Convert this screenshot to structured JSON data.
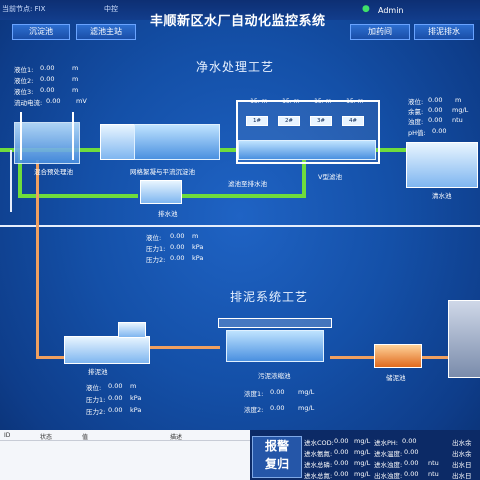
{
  "header": {
    "node_label": "当前节点: FIX",
    "mode": "中控",
    "title": "丰顺新区水厂自动化监控系统",
    "user": "Admin"
  },
  "nav": {
    "left": [
      "沉淀池",
      "滤池主站"
    ],
    "right": [
      "加药间",
      "排泥排水"
    ]
  },
  "sections": {
    "clean": "净水处理工艺",
    "sludge": "排泥系统工艺"
  },
  "left_readings": {
    "rows": [
      {
        "label": "液位1:",
        "value": "0.00",
        "unit": "m"
      },
      {
        "label": "液位2:",
        "value": "0.00",
        "unit": "m"
      },
      {
        "label": "液位3:",
        "value": "0.00",
        "unit": "m"
      },
      {
        "label": "流动电流:",
        "value": "0.00",
        "unit": "mV"
      }
    ]
  },
  "right_readings": {
    "rows": [
      {
        "label": "液位:",
        "value": "0.00",
        "unit": "m"
      },
      {
        "label": "余氯:",
        "value": "0.00",
        "unit": "mg/L"
      },
      {
        "label": "浊度:",
        "value": "0.00",
        "unit": "ntu"
      },
      {
        "label": "pH值:",
        "value": "0.00",
        "unit": ""
      }
    ]
  },
  "filter": {
    "levels": [
      "-15. m",
      "-15. m",
      "-15. m",
      "-15. m"
    ],
    "cells": [
      "1#",
      "2#",
      "3#",
      "4#"
    ]
  },
  "labels": {
    "pre": "混合预处理池",
    "grid": "网格絮凝与平流沉淀池",
    "filter_out": "滤池至排水池",
    "vfilter": "V型滤池",
    "drain": "排水池",
    "clear": "清水池",
    "sludge_drain": "排泥池",
    "thicken": "污泥浓缩池",
    "store": "储泥池"
  },
  "drain_readings": {
    "rows": [
      {
        "label": "液位:",
        "value": "0.00",
        "unit": "m"
      },
      {
        "label": "压力1:",
        "value": "0.00",
        "unit": "kPa"
      },
      {
        "label": "压力2:",
        "value": "0.00",
        "unit": "kPa"
      }
    ]
  },
  "sludge_readings": {
    "rows": [
      {
        "label": "液位:",
        "value": "0.00",
        "unit": "m"
      },
      {
        "label": "压力1:",
        "value": "0.00",
        "unit": "kPa"
      },
      {
        "label": "压力2:",
        "value": "0.00",
        "unit": "kPa"
      }
    ]
  },
  "thicken_readings": {
    "rows": [
      {
        "label": "浓度1:",
        "value": "0.00",
        "unit": "mg/L"
      },
      {
        "label": "浓度2:",
        "value": "0.00",
        "unit": "mg/L"
      }
    ]
  },
  "alarm_table": {
    "headers": [
      "ID",
      "状态",
      "值",
      "描述"
    ],
    "button": [
      "报警",
      "复归"
    ]
  },
  "bottom": {
    "col1": [
      {
        "label": "进水COD:",
        "value": "0.00",
        "unit": "mg/L"
      },
      {
        "label": "进水氨氮:",
        "value": "0.00",
        "unit": "mg/L"
      },
      {
        "label": "进水总磷:",
        "value": "0.00",
        "unit": "mg/L"
      },
      {
        "label": "进水总氮:",
        "value": "0.00",
        "unit": "mg/L"
      }
    ],
    "col2": [
      {
        "label": "进水PH:",
        "value": "0.00",
        "unit": ""
      },
      {
        "label": "进水温度:",
        "value": "0.00",
        "unit": ""
      },
      {
        "label": "进水浊度:",
        "value": "0.00",
        "unit": "ntu"
      },
      {
        "label": "出水浊度:",
        "value": "0.00",
        "unit": "ntu"
      }
    ],
    "col3": [
      "出水余",
      "出水余",
      "出水日",
      "出水日"
    ]
  },
  "colors": {
    "pipe_green": "#6fdc3c",
    "pipe_orange": "#f0a060",
    "background": "#1450a8"
  }
}
